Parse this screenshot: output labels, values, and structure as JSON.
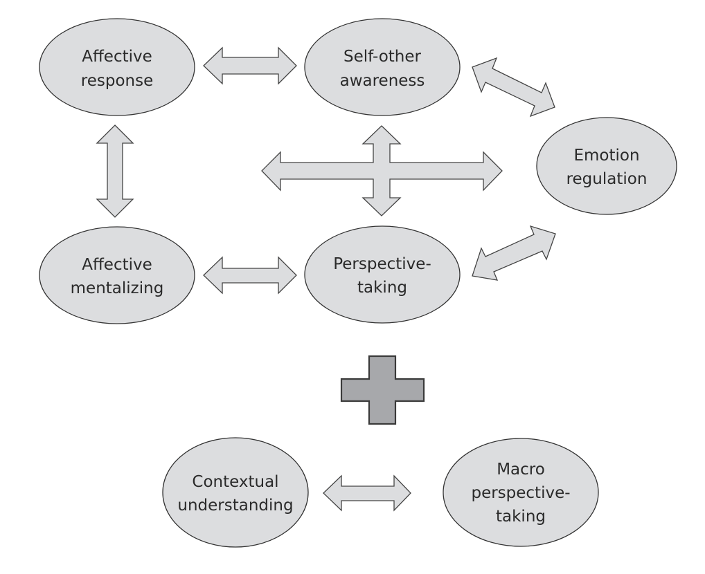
{
  "diagram": {
    "nodes": [
      {
        "id": "affective-response",
        "lines": [
          "Affective",
          "response"
        ]
      },
      {
        "id": "self-other-awareness",
        "lines": [
          "Self-other",
          "awareness"
        ]
      },
      {
        "id": "emotion-regulation",
        "lines": [
          "Emotion",
          "regulation"
        ]
      },
      {
        "id": "affective-mentalizing",
        "lines": [
          "Affective",
          "mentalizing"
        ]
      },
      {
        "id": "perspective-taking",
        "lines": [
          "Perspective-",
          "taking"
        ]
      },
      {
        "id": "contextual-understanding",
        "lines": [
          "Contextual",
          "understanding"
        ]
      },
      {
        "id": "macro-perspective-taking",
        "lines": [
          "Macro",
          "perspective-",
          "taking"
        ]
      }
    ],
    "connections": [
      {
        "from": "affective-response",
        "to": "self-other-awareness",
        "type": "bidirectional"
      },
      {
        "from": "self-other-awareness",
        "to": "emotion-regulation",
        "type": "bidirectional"
      },
      {
        "from": "affective-response",
        "to": "affective-mentalizing",
        "type": "bidirectional"
      },
      {
        "from": "affective-mentalizing",
        "to": "perspective-taking",
        "type": "bidirectional"
      },
      {
        "from": "perspective-taking",
        "to": "emotion-regulation",
        "type": "bidirectional"
      },
      {
        "from": "self-other-awareness",
        "to": "perspective-taking",
        "type": "bidirectional",
        "part_of": "four-way-cross"
      },
      {
        "from": "affective-mentalizing-region",
        "to": "emotion-regulation",
        "type": "bidirectional",
        "part_of": "four-way-cross"
      },
      {
        "from": "contextual-understanding",
        "to": "macro-perspective-taking",
        "type": "bidirectional"
      }
    ],
    "combiner": {
      "symbol": "plus",
      "meaning": "upper model combined with lower model"
    },
    "colors": {
      "node_fill": "#dcdddf",
      "node_stroke": "#333333",
      "arrow_fill": "#dcdddf",
      "plus_fill": "#a7a8ab",
      "text": "#2a2a2a"
    }
  }
}
